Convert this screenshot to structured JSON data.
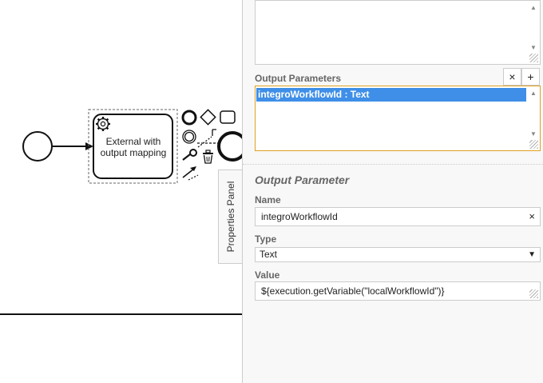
{
  "diagram": {
    "task_label_line1": "External with",
    "task_label_line2": "output mapping",
    "icons": [
      "start-event",
      "service-task-gear-icon",
      "end-event-icon",
      "gateway-icon",
      "task-icon",
      "intermediate-event-icon",
      "connect-tool-icon",
      "delete-icon",
      "append-tool-icon"
    ]
  },
  "properties_panel": {
    "tab_label": "Properties Panel",
    "output_parameters": {
      "label": "Output Parameters",
      "remove_label": "×",
      "add_label": "+",
      "items": [
        "integroWorkflowId : Text"
      ]
    },
    "output_parameter": {
      "section_title": "Output Parameter",
      "name_label": "Name",
      "name_value": "integroWorkflowId",
      "name_clear": "×",
      "type_label": "Type",
      "type_value": "Text",
      "type_caret": "▼",
      "value_label": "Value",
      "value_value": "${execution.getVariable(\"localWorkflowId\")}"
    }
  },
  "colors": {
    "selection": "#3f8fe8",
    "focus_border": "#e0a020",
    "panel_bg": "#f8f8f8"
  }
}
